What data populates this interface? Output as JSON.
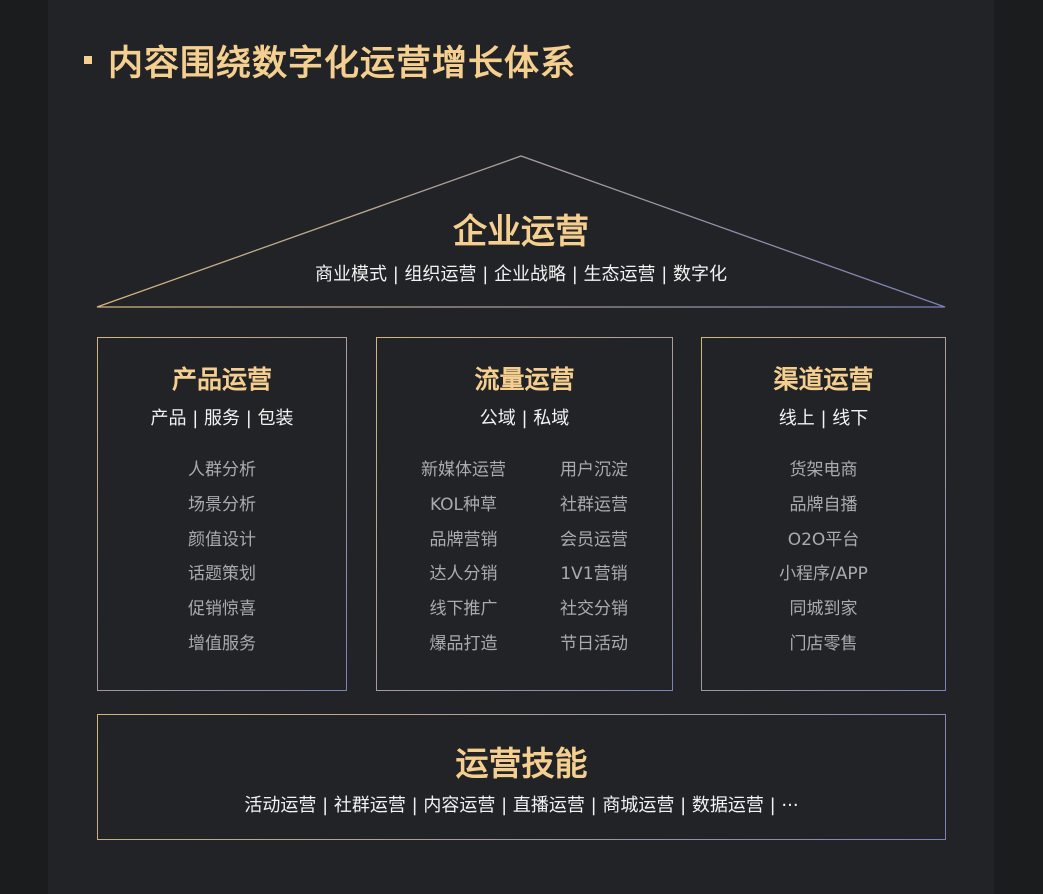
{
  "title": "内容围绕数字化运营增长体系",
  "roof": {
    "title": "企业运营",
    "subtitle": "商业模式 | 组织运营 | 企业战略 | 生态运营 | 数字化"
  },
  "pillars": [
    {
      "title": "产品运营",
      "subtitle": "产品 | 服务 | 包装",
      "columns": [
        [
          "人群分析",
          "场景分析",
          "颜值设计",
          "话题策划",
          "促销惊喜",
          "增值服务"
        ]
      ]
    },
    {
      "title": "流量运营",
      "subtitle": "公域 | 私域",
      "columns": [
        [
          "新媒体运营",
          "KOL种草",
          "品牌营销",
          "达人分销",
          "线下推广",
          "爆品打造"
        ],
        [
          "用户沉淀",
          "社群运营",
          "会员运营",
          "1V1营销",
          "社交分销",
          "节日活动"
        ]
      ]
    },
    {
      "title": "渠道运营",
      "subtitle": "线上 | 线下",
      "columns": [
        [
          "货架电商",
          "品牌自播",
          "O2O平台",
          "小程序/APP",
          "同城到家",
          "门店零售"
        ]
      ]
    }
  ],
  "skills": {
    "title": "运营技能",
    "subtitle": "活动运营 | 社群运营 | 内容运营 | 直播运营 | 商城运营 | 数据运营 | ···"
  },
  "colors": {
    "accent": "#f5cf8f",
    "border_gold": "#d5b57e",
    "border_blue": "#7b82b9",
    "panel": "#212326",
    "item_text": "#a9abb0"
  }
}
